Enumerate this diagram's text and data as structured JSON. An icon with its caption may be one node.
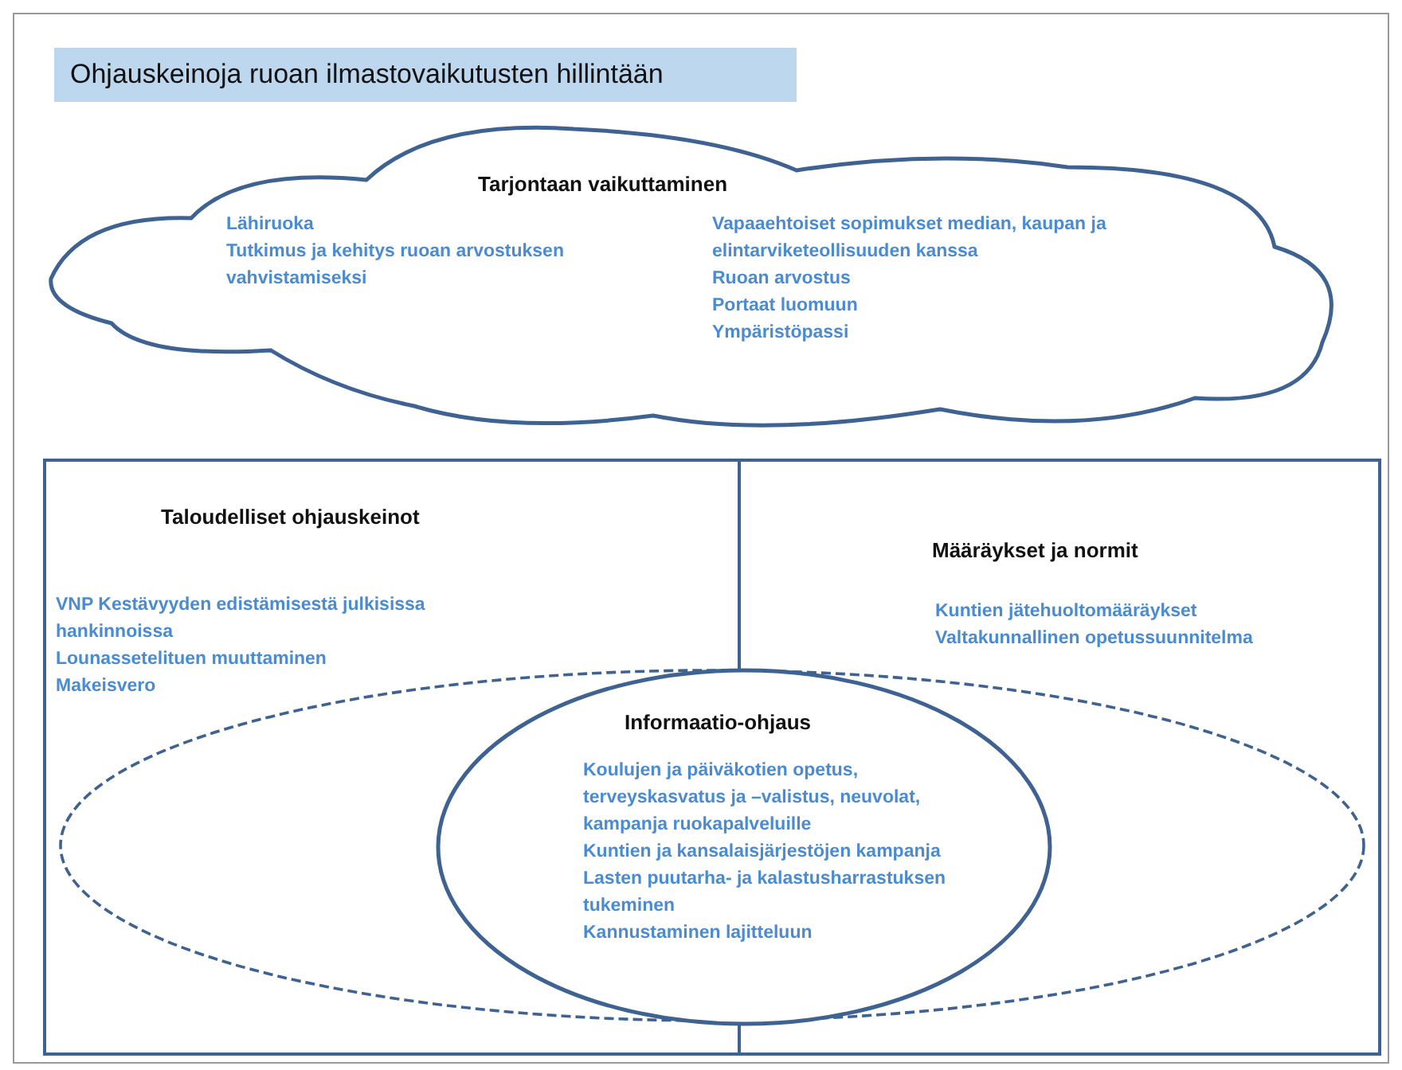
{
  "diagram": {
    "title": "Ohjauskeinoja ruoan ilmastovaikutusten hillintään",
    "nodes": [
      {
        "text": [
          "Tarjontaan vaikuttaminen",
          "Lähiruoka",
          "Tutkimus ja kehitys ruoan arvostuksen vahvistamiseksi",
          "Vapaaehtoiset sopimukset median, kaupan ja elintarviketeollisuuden kanssa",
          "Ruoan arvostus",
          "Portaat luomuun",
          "Ympäristöpassi"
        ]
      },
      {
        "text": [
          "Taloudelliset ohjauskeinot",
          "VNP Kestävyyden edistämisestä julkisissa hankinnoissa",
          "Lounassetelituen muuttaminen",
          "Makeisvero"
        ]
      },
      {
        "text": [
          "Määräykset ja normit",
          "Kuntien jätehuoltomääräykset",
          "Valtakunnallinen opetussuunnitelma"
        ]
      },
      {
        "text": [],
        "shape": "ellipse"
      },
      {
        "in": 3,
        "text": [
          "Informaatio-ohjaus",
          "Koulujen ja päiväkotien opetus, terveyskasvatus ja –valistus, neuvolat, kampanja ruokapalveluille",
          "Kuntien ja kansalaisjärjestöjen kampanja",
          "Lasten puutarha- ja kalastusharrastuksen tukeminen",
          "Kannustaminen lajitteluun"
        ]
      }
    ]
  }
}
